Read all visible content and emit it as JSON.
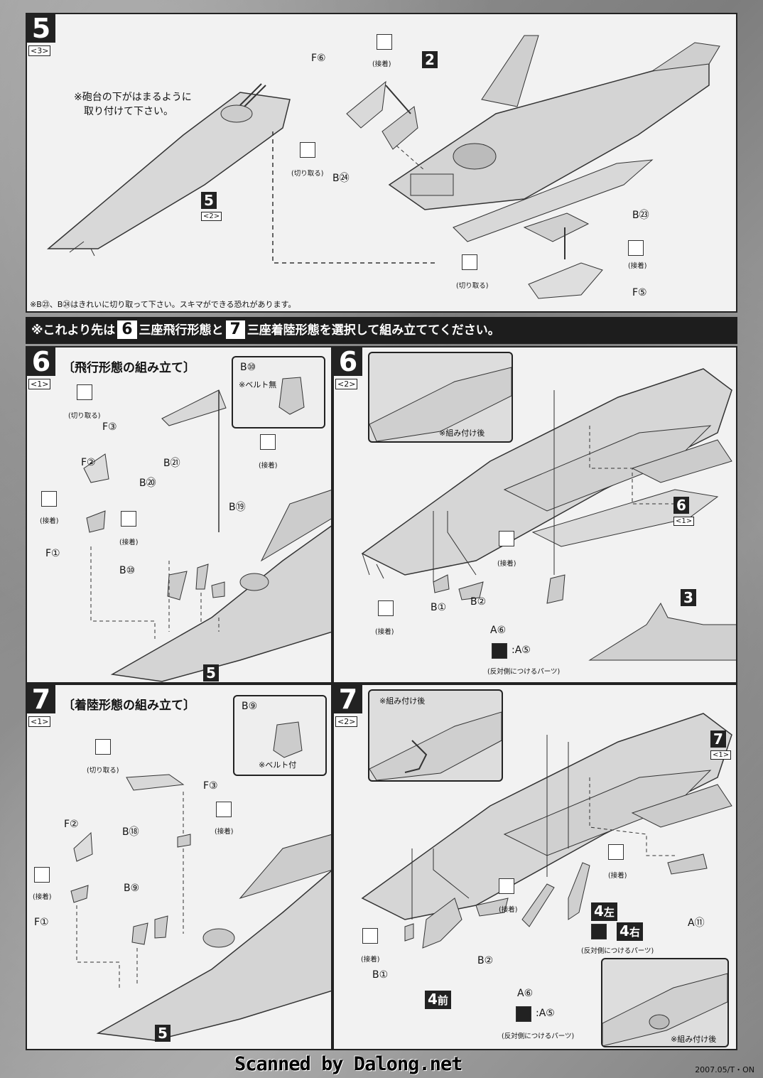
{
  "step5": {
    "num": "5",
    "sub": "<3>",
    "note_top": "※砲台の下がはまるように",
    "note_top2": "取り付けて下さい。",
    "bottom_note": "※B㉓、B㉔はきれいに切り取って下さい。スキマができる恐れがあります。",
    "labels": {
      "f6": "F⑥",
      "b24": "B㉔",
      "b23": "B㉓",
      "f5": "F⑤"
    },
    "ref5": "5",
    "ref5sub": "<2>",
    "ref2": "2",
    "cut": "(切り取る)",
    "glue": "(接着)"
  },
  "banner": {
    "pre": "※これより先は",
    "box6": "6",
    "mid": "三座飛行形態と",
    "box7": "7",
    "post": "三座着陸形態を選択して組み立ててください。"
  },
  "step6a": {
    "num": "6",
    "sub": "<1>",
    "title": "〔飛行形態の組み立て〕",
    "inset_part": "B⑩",
    "inset_note": "※ベルト無",
    "labels": {
      "f3": "F③",
      "f2": "F②",
      "f1": "F①",
      "b21": "B㉑",
      "b20": "B⑳",
      "b19": "B⑲",
      "b10": "B⑩"
    },
    "cut": "(切り取る)",
    "glue": "(接着)",
    "ref": "5"
  },
  "step6b": {
    "num": "6",
    "sub": "<2>",
    "inset_note": "※組み付け後",
    "labels": {
      "b1": "B①",
      "b2": "B②",
      "a6": "A⑥",
      "a5": ":A⑤"
    },
    "opposite": "(反対側につけるパーツ)",
    "glue": "(接着)",
    "ref6": "6",
    "ref6sub": "<1>",
    "ref3": "3"
  },
  "step7a": {
    "num": "7",
    "sub": "<1>",
    "title": "〔着陸形態の組み立て〕",
    "inset_part": "B⑨",
    "inset_note": "※ベルト付",
    "labels": {
      "f3": "F③",
      "f2": "F②",
      "f1": "F①",
      "b18": "B⑱",
      "b9": "B⑨"
    },
    "cut": "(切り取る)",
    "glue": "(接着)",
    "ref": "5"
  },
  "step7b": {
    "num": "7",
    "sub": "<2>",
    "inset_note": "※組み付け後",
    "inset_note2": "※組み付け後",
    "labels": {
      "b1": "B①",
      "b2": "B②",
      "a6": "A⑥",
      "a5": ":A⑤",
      "a11": "A⑪"
    },
    "badge_front": "4",
    "badge_front_txt": "前",
    "badge_left": "4",
    "badge_left_txt": "左",
    "badge_right": "4",
    "badge_right_txt": "右",
    "opposite": "(反対側につけるパーツ)",
    "glue": "(接着)",
    "ref7": "7",
    "ref7sub": "<1>"
  },
  "footer": {
    "scan": "Scanned by Dalong.net",
    "code": "2007.05/T・ON"
  }
}
